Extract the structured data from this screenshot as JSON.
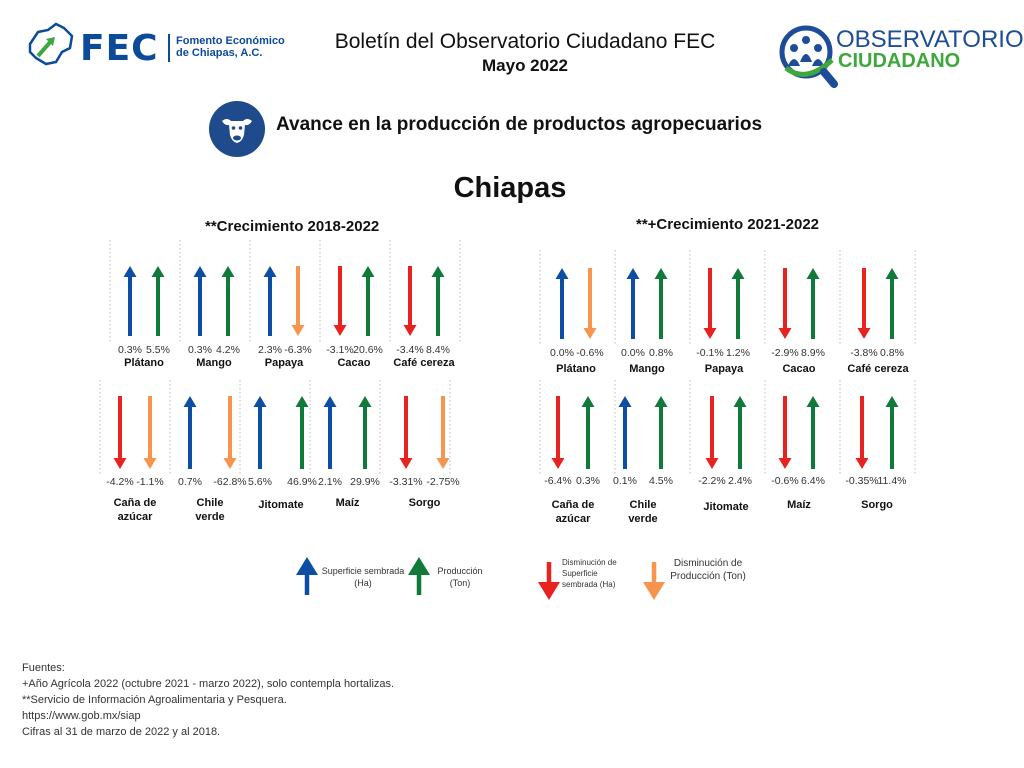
{
  "header": {
    "brand": "FEC",
    "brand_full_1": "Fomento Económico",
    "brand_full_2": "de Chiapas, A.C.",
    "title": "Boletín del Observatorio Ciudadano FEC",
    "date": "Mayo 2022",
    "observatory_1": "OBSERVATORIO",
    "observatory_2": "CIUDADANO"
  },
  "section": {
    "icon": "cow-head-icon",
    "title": "Avance en la producción de productos agropecuarios"
  },
  "state": "Chiapas",
  "colors": {
    "surface_up": "#0d4ea5",
    "production_up": "#0f7a3a",
    "surface_down": "#e8231f",
    "production_down": "#f7944d",
    "accent_blue": "#0c4a9a",
    "accent_green": "#3ea83e"
  },
  "chart_data": [
    {
      "type": "bar",
      "title": "**Crecimiento 2018-2022",
      "categories": [
        "Plátano",
        "Mango",
        "Papaya",
        "Cacao",
        "Café cereza",
        "Caña de azúcar",
        "Chile verde",
        "Jitomate",
        "Maíz",
        "Sorgo"
      ],
      "series": [
        {
          "name": "Superficie sembrada (Ha)",
          "values": [
            0.3,
            0.3,
            2.3,
            -3.1,
            -3.4,
            -4.2,
            0.7,
            5.6,
            2.1,
            -3.31
          ],
          "labels": [
            "0.3%",
            "0.3%",
            "2.3%",
            "-3.1%",
            "-3.4%",
            "-4.2%",
            "0.7%",
            "5.6%",
            "2.1%",
            "-3.31%"
          ]
        },
        {
          "name": "Producción (Ton)",
          "values": [
            5.5,
            4.2,
            -6.3,
            20.6,
            8.4,
            -1.1,
            -62.8,
            46.9,
            29.9,
            -2.75
          ],
          "labels": [
            "5.5%",
            "4.2%",
            "-6.3%",
            "20.6%",
            "8.4%",
            "-1.1%",
            "-62.8%",
            "46.9%",
            "29.9%",
            "-2.75%"
          ]
        }
      ],
      "unit": "%"
    },
    {
      "type": "bar",
      "title": "**+Crecimiento 2021-2022",
      "categories": [
        "Plátano",
        "Mango",
        "Papaya",
        "Cacao",
        "Café cereza",
        "Caña de azúcar",
        "Chile verde",
        "Jitomate",
        "Maíz",
        "Sorgo"
      ],
      "series": [
        {
          "name": "Superficie sembrada (Ha)",
          "values": [
            0.0,
            0.0,
            -0.1,
            -2.9,
            -3.8,
            -6.4,
            0.1,
            -2.2,
            -0.6,
            -0.35
          ],
          "labels": [
            "0.0%",
            "0.0%",
            "-0.1%",
            "-2.9%",
            "-3.8%",
            "-6.4%",
            "0.1%",
            "-2.2%",
            "-0.6%",
            "-0.35%"
          ]
        },
        {
          "name": "Producción (Ton)",
          "values": [
            -0.6,
            0.8,
            1.2,
            8.9,
            0.8,
            0.3,
            4.5,
            2.4,
            6.4,
            11.4
          ],
          "labels": [
            "-0.6%",
            "0.8%",
            "1.2%",
            "8.9%",
            "0.8%",
            "0.3%",
            "4.5%",
            "2.4%",
            "6.4%",
            "11.4%"
          ]
        }
      ],
      "unit": "%"
    }
  ],
  "legend": {
    "surface_up": "Superficie sembrada (Ha)",
    "production_up": "Producción (Ton)",
    "surface_down": "Disminución de Superficie sembrada (Ha)",
    "production_down": "Disminución de Producción (Ton)"
  },
  "sources": [
    "Fuentes:",
    "+Año Agrícola 2022 (octubre 2021 - marzo 2022), solo contempla hortalizas.",
    "**Servicio de Información Agroalimentaria y Pesquera.",
    "https://www.gob.mx/siap",
    "Cifras al 31 de marzo de 2022  y al 2018."
  ]
}
